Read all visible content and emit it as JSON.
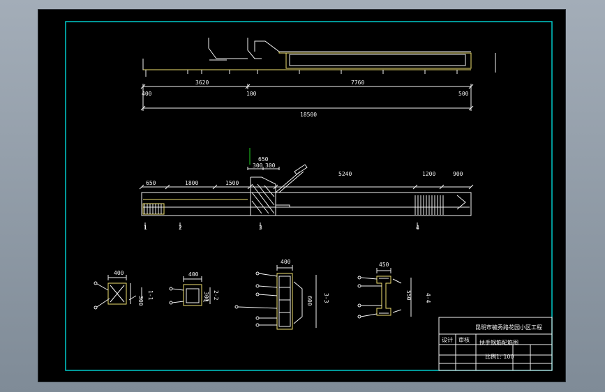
{
  "title_block": {
    "project": "昆明市毓秀路花园小区工程",
    "role_design": "设计",
    "role_review": "审核",
    "drawing_name": "扶手钢筋配筋图",
    "scale": "比例1: 100"
  },
  "plan": {
    "dims_top": [
      "3620",
      "7760"
    ],
    "dims_marks": [
      "400",
      "100",
      "500"
    ],
    "dim_total": "18500"
  },
  "elevation": {
    "dims": [
      "650",
      "1800",
      "1500",
      "650",
      "300",
      "300",
      "5240",
      "1200",
      "900"
    ],
    "section_marks": [
      "1",
      "2",
      "3",
      "4"
    ]
  },
  "sections": [
    {
      "width": "400",
      "height": "300",
      "mark": "1-1"
    },
    {
      "width": "400",
      "height": "300",
      "mark": "2-2"
    },
    {
      "width": "400",
      "height": "600",
      "mark": "3-3"
    },
    {
      "width": "450",
      "height": "550",
      "mark": "4-4"
    }
  ],
  "colors": {
    "frame": "#00d8d8",
    "line": "#f2f2f2",
    "highlight": "#f0e070",
    "accent": "#20d020"
  }
}
